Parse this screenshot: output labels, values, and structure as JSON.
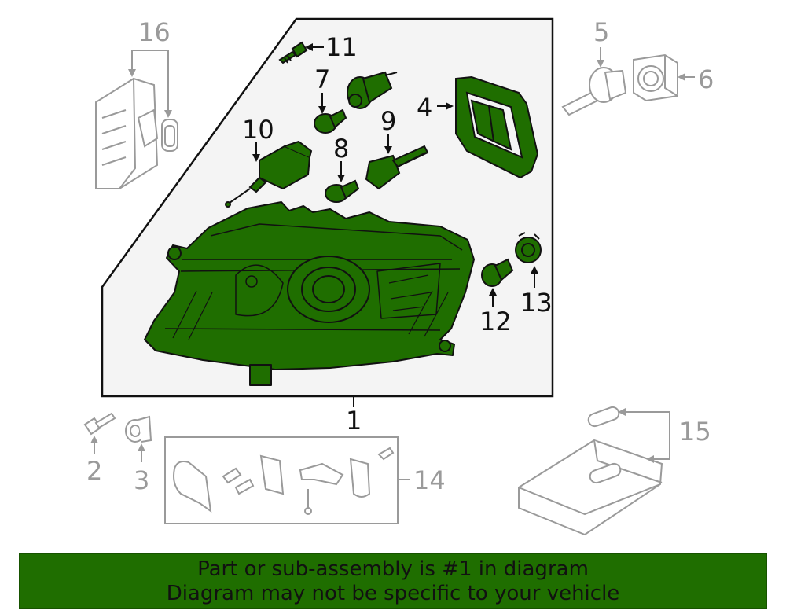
{
  "diagram": {
    "callouts": [
      "1",
      "2",
      "3",
      "4",
      "5",
      "6",
      "7",
      "8",
      "9",
      "10",
      "11",
      "12",
      "13",
      "14",
      "15",
      "16"
    ]
  },
  "banner": {
    "line1": "Part or sub-assembly is #1 in diagram",
    "line2": "Diagram may not be specific to your vehicle"
  },
  "colors": {
    "highlight_fill": "#1f6e00",
    "banner_bg": "#1f6e00",
    "panel_bg": "#f4f4f4",
    "outline_dark": "#111111",
    "outline_grey": "#9a9a9a"
  }
}
